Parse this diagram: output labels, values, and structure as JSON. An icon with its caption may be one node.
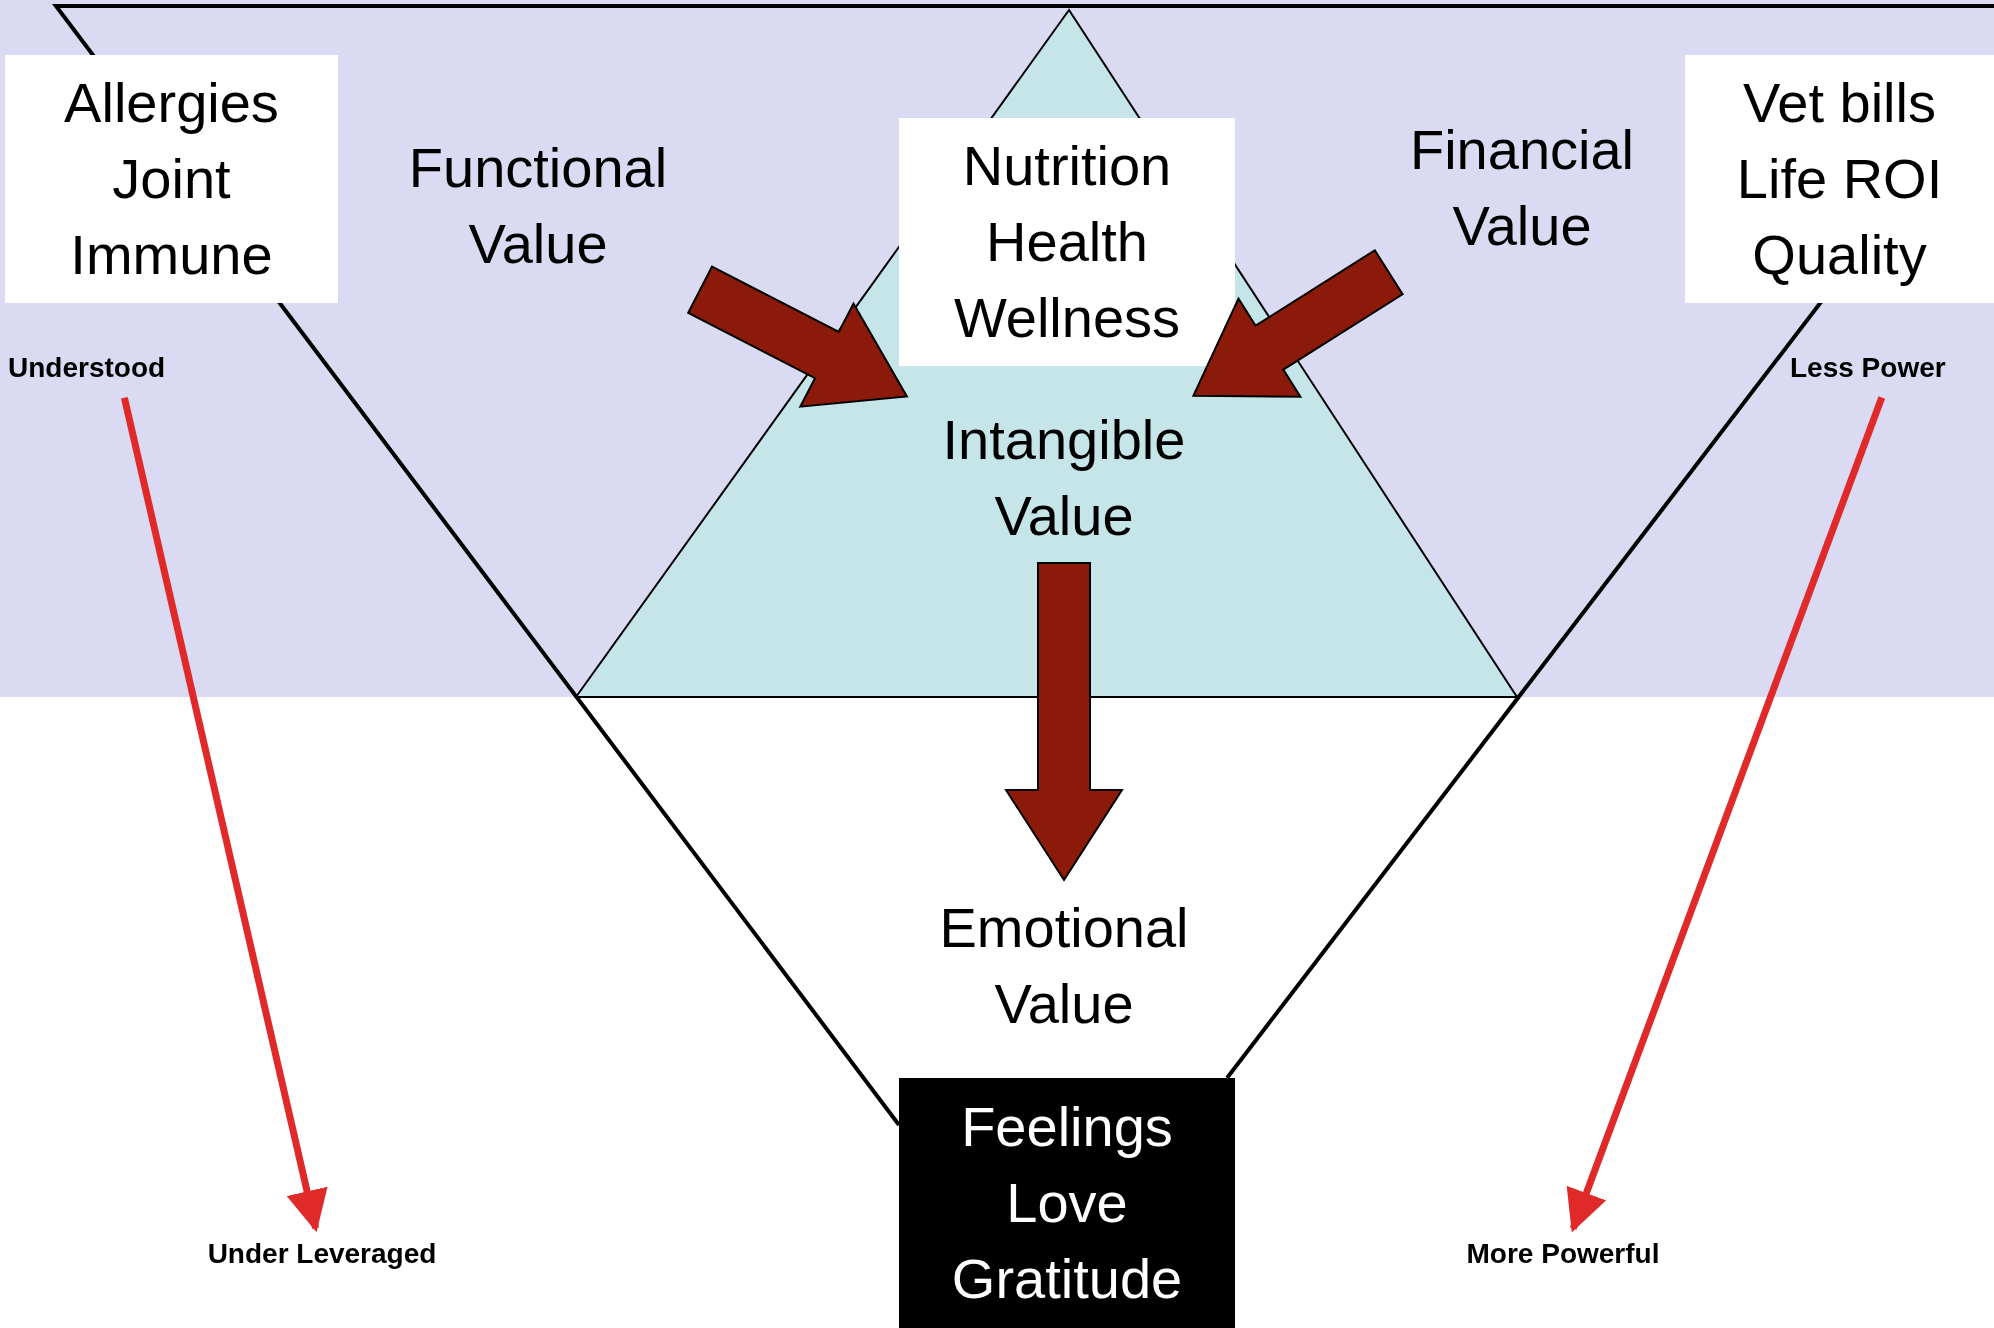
{
  "diagram": {
    "nodes": [
      {
        "text": [
          "Allergies",
          "Joint",
          "Immune"
        ]
      },
      {
        "text": [
          "Functional Value"
        ]
      },
      {
        "text": [
          "Nutrition",
          "Health",
          "Wellness"
        ]
      },
      {
        "text": [
          "Financial Value"
        ]
      },
      {
        "text": [
          "Vet bills",
          "Life ROI",
          "Quality"
        ]
      },
      {
        "text": [
          "Intangible Value"
        ]
      },
      {
        "text": [
          "Emotional Value"
        ]
      },
      {
        "text": [
          "Feelings",
          "Love",
          "Gratitude"
        ]
      },
      {
        "text": [
          "Understood"
        ]
      },
      {
        "text": [
          "Under Leveraged"
        ]
      },
      {
        "text": [
          "Less Power"
        ]
      },
      {
        "text": [
          "More Powerful"
        ]
      }
    ],
    "edges": [
      {
        "from": 1,
        "to": 5,
        "arrow": "to",
        "style": "thick"
      },
      {
        "from": 3,
        "to": 5,
        "arrow": "to",
        "style": "thick"
      },
      {
        "from": 5,
        "to": 6,
        "arrow": "to",
        "style": "thick"
      },
      {
        "from": 8,
        "to": 9,
        "arrow": "to",
        "color": "#e02a2a"
      },
      {
        "from": 10,
        "to": 11,
        "arrow": "to",
        "color": "#e02a2a"
      }
    ]
  }
}
